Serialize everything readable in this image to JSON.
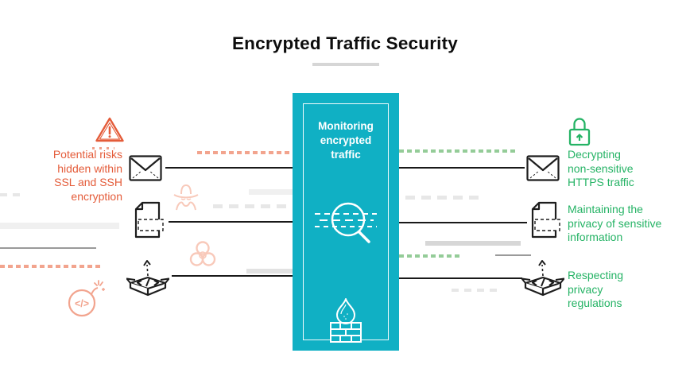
{
  "page": {
    "title": "Encrypted Traffic Security"
  },
  "center_panel": {
    "label": "Monitoring\nencrypted\ntraffic",
    "color": "#10b0c4",
    "icons": [
      "magnifier-traffic-icon",
      "firewall-flame-icon"
    ]
  },
  "left_section": {
    "caption": "Potential risks\nhidden within\nSSL and SSH\nencryption",
    "color": "#e45c3a",
    "icons": [
      "warning-triangle-icon",
      "envelope-icon",
      "document-icon",
      "open-box-icon",
      "spy-icon",
      "biohazard-icon",
      "code-bomb-icon"
    ]
  },
  "right_section": {
    "color": "#25b365",
    "lock_icon": "lock-icon",
    "items": [
      {
        "label": "Decrypting\nnon-sensitive\nHTTPS traffic"
      },
      {
        "label": "Maintaining the\nprivacy of sensitive\ninformation"
      },
      {
        "label": "Respecting\nprivacy\nregulations"
      }
    ]
  }
}
